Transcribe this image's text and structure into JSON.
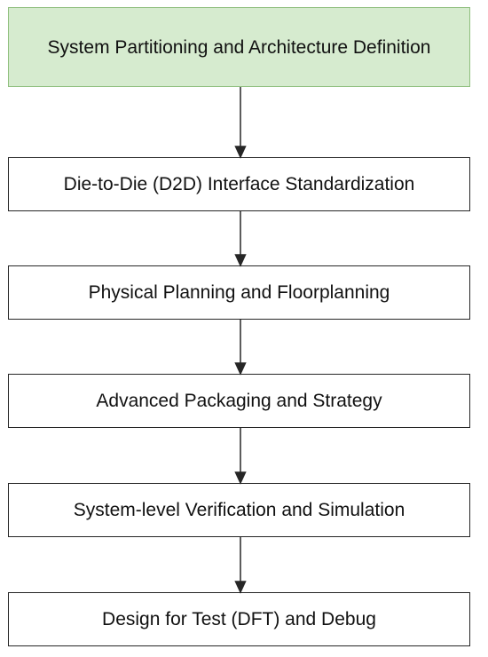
{
  "steps": [
    {
      "label": "System Partitioning and Architecture Definition"
    },
    {
      "label": "Die-to-Die (D2D) Interface Standardization"
    },
    {
      "label": "Physical Planning and Floorplanning"
    },
    {
      "label": "Advanced Packaging and Strategy"
    },
    {
      "label": "System-level Verification and Simulation"
    },
    {
      "label": "Design for Test (DFT) and Debug"
    }
  ],
  "colors": {
    "first_fill": "#d6ebcf",
    "first_border": "#8fbf7e",
    "box_border": "#262626",
    "arrow": "#262626",
    "text": "#111111"
  }
}
